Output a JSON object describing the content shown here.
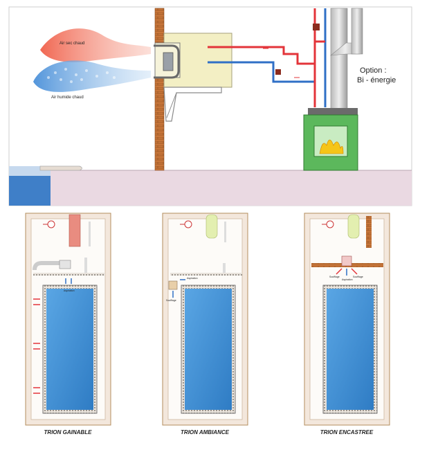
{
  "top_panel": {
    "dry_air_label": "Air sec chaud",
    "humid_air_label": "Air humide chaud",
    "option_title": "Option :",
    "option_value": "Bi - énergie"
  },
  "bottom_panels": [
    {
      "caption": "TRION GAINABLE",
      "labels": [
        "Aspiration"
      ]
    },
    {
      "caption": "TRION AMBIANCE",
      "labels": [
        "Aspiration",
        "Soufflage"
      ]
    },
    {
      "caption": "TRION ENCASTREE",
      "labels": [
        "Soufflage",
        "Soufflage",
        "Aspiration"
      ]
    }
  ],
  "colors": {
    "pool_water": "#3d8fd6",
    "hot_air": "#f0604a",
    "cold_air": "#4a90d9",
    "wall_brick": "#c8763a",
    "floor": "#ead9e2",
    "stove_green": "#5cb85c",
    "flame": "#f5c518"
  }
}
